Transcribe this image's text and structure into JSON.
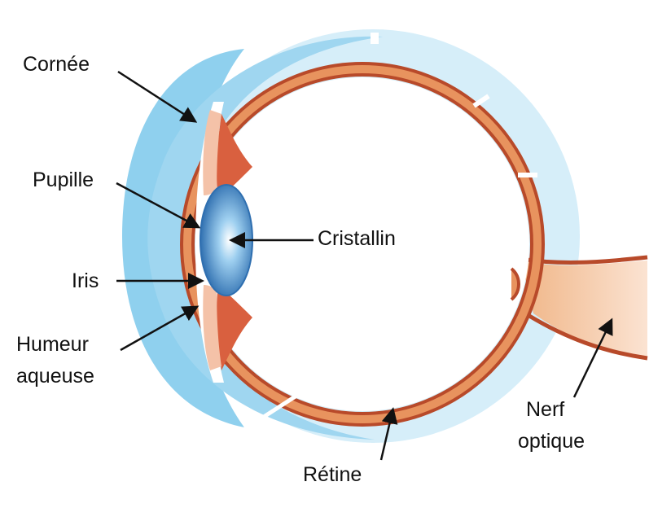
{
  "labels": {
    "cornee": "Cornée",
    "pupille": "Pupille",
    "iris": "Iris",
    "humeur_line1": "Humeur",
    "humeur_line2": "aqueuse",
    "cristallin": "Cristallin",
    "nerf_line1": "Nerf",
    "nerf_line2": "optique",
    "retine": "Rétine"
  },
  "colors": {
    "cornea": "#8fd0ee",
    "sclera": "#cde9f7",
    "choroid": "#e8935e",
    "retina": "#b84a2a",
    "nerve": "#f3bc92",
    "iris": "#e3836a",
    "lens": "#3f86c4",
    "text": "#111111"
  }
}
